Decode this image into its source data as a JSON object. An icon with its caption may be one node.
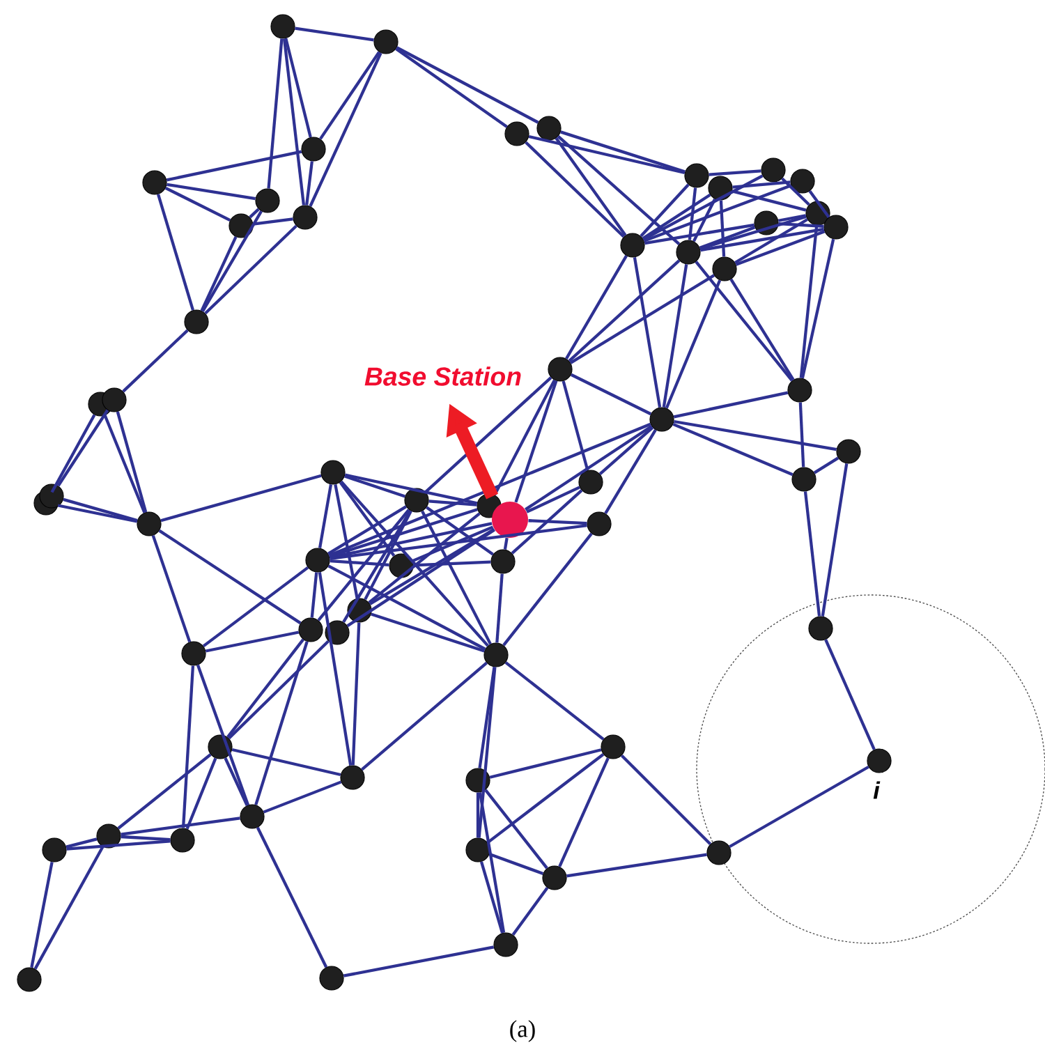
{
  "diagram": {
    "caption": "(a)",
    "nodes": [
      {
        "text": [],
        "shape": "circle"
      },
      {
        "text": [],
        "shape": "circle"
      },
      {
        "text": [],
        "shape": "circle"
      },
      {
        "text": [],
        "shape": "circle"
      },
      {
        "text": [],
        "shape": "circle"
      },
      {
        "text": [],
        "shape": "circle"
      },
      {
        "text": [],
        "shape": "circle"
      },
      {
        "text": [],
        "shape": "circle"
      },
      {
        "text": [],
        "shape": "circle"
      },
      {
        "text": [],
        "shape": "circle"
      },
      {
        "text": [],
        "shape": "circle"
      },
      {
        "text": [],
        "shape": "circle"
      },
      {
        "text": [],
        "shape": "circle"
      },
      {
        "text": [],
        "shape": "circle"
      },
      {
        "text": [],
        "shape": "circle"
      },
      {
        "text": [],
        "shape": "circle"
      },
      {
        "text": [],
        "shape": "circle"
      },
      {
        "text": [],
        "shape": "circle"
      },
      {
        "text": [],
        "shape": "circle"
      },
      {
        "text": [],
        "shape": "circle"
      },
      {
        "text": [],
        "shape": "circle"
      },
      {
        "text": [],
        "shape": "circle"
      },
      {
        "text": [],
        "shape": "circle"
      },
      {
        "text": [],
        "shape": "circle"
      },
      {
        "text": [],
        "shape": "circle"
      },
      {
        "text": [],
        "shape": "circle"
      },
      {
        "text": [],
        "shape": "circle",
        "beside": [
          "i"
        ]
      },
      {
        "text": [],
        "shape": "circle"
      },
      {
        "text": [],
        "shape": "circle"
      },
      {
        "text": [],
        "shape": "circle"
      },
      {
        "text": [],
        "shape": "circle"
      },
      {
        "text": [],
        "shape": "circle"
      },
      {
        "text": [],
        "shape": "circle"
      },
      {
        "text": [],
        "shape": "circle"
      },
      {
        "text": [],
        "shape": "circle"
      },
      {
        "text": [],
        "shape": "circle"
      },
      {
        "text": [],
        "shape": "circle"
      },
      {
        "text": [],
        "shape": "circle"
      },
      {
        "text": [],
        "shape": "circle"
      },
      {
        "text": [],
        "shape": "circle"
      },
      {
        "text": [],
        "shape": "circle"
      },
      {
        "text": [],
        "shape": "circle"
      },
      {
        "text": [],
        "shape": "circle"
      },
      {
        "text": [],
        "shape": "circle"
      },
      {
        "text": [],
        "shape": "circle"
      },
      {
        "text": [],
        "shape": "circle"
      },
      {
        "text": [],
        "shape": "circle"
      },
      {
        "text": [],
        "shape": "circle"
      },
      {
        "text": [],
        "shape": "circle"
      },
      {
        "text": [],
        "shape": "circle"
      },
      {
        "text": [],
        "shape": "circle"
      },
      {
        "text": [],
        "shape": "circle"
      },
      {
        "text": [],
        "shape": "circle"
      },
      {
        "text": [],
        "shape": "circle"
      },
      {
        "text": [],
        "shape": "circle"
      },
      {
        "text": [],
        "shape": "circle"
      },
      {
        "text": [],
        "shape": "circle"
      },
      {
        "text": [],
        "shape": "circle"
      },
      {
        "text": [],
        "shape": "circle"
      },
      {
        "text": [],
        "shape": "circle"
      },
      {
        "text": [
          "Base Station"
        ]
      }
    ],
    "edges": [
      {
        "from": 0,
        "to": 1,
        "arrow": "none"
      },
      {
        "from": 0,
        "to": 4,
        "arrow": "none"
      },
      {
        "from": 0,
        "to": 6,
        "arrow": "none"
      },
      {
        "from": 0,
        "to": 2,
        "arrow": "none"
      },
      {
        "from": 1,
        "to": 2,
        "arrow": "none"
      },
      {
        "from": 1,
        "to": 6,
        "arrow": "none"
      },
      {
        "from": 1,
        "to": 8,
        "arrow": "none"
      },
      {
        "from": 1,
        "to": 9,
        "arrow": "none"
      },
      {
        "from": 3,
        "to": 2,
        "arrow": "none"
      },
      {
        "from": 3,
        "to": 4,
        "arrow": "none"
      },
      {
        "from": 3,
        "to": 5,
        "arrow": "none"
      },
      {
        "from": 3,
        "to": 7,
        "arrow": "none"
      },
      {
        "from": 4,
        "to": 5,
        "arrow": "none"
      },
      {
        "from": 5,
        "to": 6,
        "arrow": "none"
      },
      {
        "from": 5,
        "to": 7,
        "arrow": "none"
      },
      {
        "from": 4,
        "to": 7,
        "arrow": "none"
      },
      {
        "from": 6,
        "to": 7,
        "arrow": "none"
      },
      {
        "from": 2,
        "to": 6,
        "arrow": "none"
      },
      {
        "from": 7,
        "to": 28,
        "arrow": "none"
      },
      {
        "from": 8,
        "to": 10,
        "arrow": "none"
      },
      {
        "from": 9,
        "to": 10,
        "arrow": "none"
      },
      {
        "from": 8,
        "to": 17,
        "arrow": "none"
      },
      {
        "from": 9,
        "to": 17,
        "arrow": "none"
      },
      {
        "from": 9,
        "to": 18,
        "arrow": "none"
      },
      {
        "from": 17,
        "to": 10,
        "arrow": "none"
      },
      {
        "from": 17,
        "to": 11,
        "arrow": "none"
      },
      {
        "from": 17,
        "to": 12,
        "arrow": "none"
      },
      {
        "from": 17,
        "to": 14,
        "arrow": "none"
      },
      {
        "from": 17,
        "to": 13,
        "arrow": "none"
      },
      {
        "from": 18,
        "to": 10,
        "arrow": "none"
      },
      {
        "from": 18,
        "to": 11,
        "arrow": "none"
      },
      {
        "from": 18,
        "to": 14,
        "arrow": "none"
      },
      {
        "from": 18,
        "to": 15,
        "arrow": "none"
      },
      {
        "from": 18,
        "to": 16,
        "arrow": "none"
      },
      {
        "from": 19,
        "to": 11,
        "arrow": "none"
      },
      {
        "from": 19,
        "to": 15,
        "arrow": "none"
      },
      {
        "from": 19,
        "to": 16,
        "arrow": "none"
      },
      {
        "from": 10,
        "to": 12,
        "arrow": "none"
      },
      {
        "from": 11,
        "to": 13,
        "arrow": "none"
      },
      {
        "from": 14,
        "to": 16,
        "arrow": "none"
      },
      {
        "from": 12,
        "to": 15,
        "arrow": "none"
      },
      {
        "from": 13,
        "to": 16,
        "arrow": "none"
      },
      {
        "from": 14,
        "to": 15,
        "arrow": "none"
      },
      {
        "from": 11,
        "to": 15,
        "arrow": "none"
      },
      {
        "from": 17,
        "to": 20,
        "arrow": "none"
      },
      {
        "from": 17,
        "to": 21,
        "arrow": "none"
      },
      {
        "from": 18,
        "to": 20,
        "arrow": "none"
      },
      {
        "from": 18,
        "to": 21,
        "arrow": "none"
      },
      {
        "from": 18,
        "to": 22,
        "arrow": "none"
      },
      {
        "from": 19,
        "to": 20,
        "arrow": "none"
      },
      {
        "from": 19,
        "to": 21,
        "arrow": "none"
      },
      {
        "from": 19,
        "to": 22,
        "arrow": "none"
      },
      {
        "from": 15,
        "to": 22,
        "arrow": "none"
      },
      {
        "from": 16,
        "to": 22,
        "arrow": "none"
      },
      {
        "from": 20,
        "to": 21,
        "arrow": "none"
      },
      {
        "from": 27,
        "to": 29,
        "arrow": "none"
      },
      {
        "from": 28,
        "to": 30,
        "arrow": "none"
      },
      {
        "from": 27,
        "to": 31,
        "arrow": "none"
      },
      {
        "from": 28,
        "to": 31,
        "arrow": "none"
      },
      {
        "from": 29,
        "to": 31,
        "arrow": "none"
      },
      {
        "from": 30,
        "to": 31,
        "arrow": "none"
      },
      {
        "from": 31,
        "to": 32,
        "arrow": "none"
      },
      {
        "from": 31,
        "to": 42,
        "arrow": "none"
      },
      {
        "from": 31,
        "to": 44,
        "arrow": "none"
      },
      {
        "from": 32,
        "to": 38,
        "arrow": "none"
      },
      {
        "from": 38,
        "to": 42,
        "arrow": "none"
      },
      {
        "from": 32,
        "to": 33,
        "arrow": "none"
      },
      {
        "from": 32,
        "to": 34,
        "arrow": "none"
      },
      {
        "from": 32,
        "to": 39,
        "arrow": "none"
      },
      {
        "from": 32,
        "to": 41,
        "arrow": "none"
      },
      {
        "from": 32,
        "to": 45,
        "arrow": "none"
      },
      {
        "from": 33,
        "to": 34,
        "arrow": "none"
      },
      {
        "from": 33,
        "to": 38,
        "arrow": "none"
      },
      {
        "from": 33,
        "to": 43,
        "arrow": "none"
      },
      {
        "from": 33,
        "to": 41,
        "arrow": "none"
      },
      {
        "from": 33,
        "to": 45,
        "arrow": "none"
      },
      {
        "from": 33,
        "to": 40,
        "arrow": "none"
      },
      {
        "from": 35,
        "to": 38,
        "arrow": "none"
      },
      {
        "from": 35,
        "to": 41,
        "arrow": "none"
      },
      {
        "from": 35,
        "to": 36,
        "arrow": "none"
      },
      {
        "from": 35,
        "to": 37,
        "arrow": "none"
      },
      {
        "from": 35,
        "to": 40,
        "arrow": "none"
      },
      {
        "from": 35,
        "to": 20,
        "arrow": "none"
      },
      {
        "from": 35,
        "to": 21,
        "arrow": "none"
      },
      {
        "from": 34,
        "to": 20,
        "arrow": "none"
      },
      {
        "from": 33,
        "to": 20,
        "arrow": "none"
      },
      {
        "from": 38,
        "to": 39,
        "arrow": "none"
      },
      {
        "from": 38,
        "to": 37,
        "arrow": "none"
      },
      {
        "from": 38,
        "to": 34,
        "arrow": "none"
      },
      {
        "from": 39,
        "to": 40,
        "arrow": "none"
      },
      {
        "from": 39,
        "to": 35,
        "arrow": "none"
      },
      {
        "from": 41,
        "to": 45,
        "arrow": "none"
      },
      {
        "from": 41,
        "to": 34,
        "arrow": "none"
      },
      {
        "from": 42,
        "to": 33,
        "arrow": "none"
      },
      {
        "from": 42,
        "to": 44,
        "arrow": "none"
      },
      {
        "from": 40,
        "to": 45,
        "arrow": "none"
      },
      {
        "from": 37,
        "to": 45,
        "arrow": "none"
      },
      {
        "from": 36,
        "to": 20,
        "arrow": "none"
      },
      {
        "from": 36,
        "to": 21,
        "arrow": "none"
      },
      {
        "from": 37,
        "to": 21,
        "arrow": "none"
      },
      {
        "from": 40,
        "to": 36,
        "arrow": "none"
      },
      {
        "from": 44,
        "to": 38,
        "arrow": "none"
      },
      {
        "from": 38,
        "to": 45,
        "arrow": "none"
      },
      {
        "from": 43,
        "to": 35,
        "arrow": "none"
      },
      {
        "from": 38,
        "to": 21,
        "arrow": "none"
      },
      {
        "from": 21,
        "to": 22,
        "arrow": "none"
      },
      {
        "from": 21,
        "to": 23,
        "arrow": "none"
      },
      {
        "from": 21,
        "to": 24,
        "arrow": "none"
      },
      {
        "from": 22,
        "to": 24,
        "arrow": "none"
      },
      {
        "from": 23,
        "to": 24,
        "arrow": "none"
      },
      {
        "from": 24,
        "to": 25,
        "arrow": "none"
      },
      {
        "from": 23,
        "to": 25,
        "arrow": "none"
      },
      {
        "from": 25,
        "to": 26,
        "arrow": "none"
      },
      {
        "from": 44,
        "to": 49,
        "arrow": "none"
      },
      {
        "from": 44,
        "to": 48,
        "arrow": "none"
      },
      {
        "from": 46,
        "to": 50,
        "arrow": "none"
      },
      {
        "from": 46,
        "to": 49,
        "arrow": "none"
      },
      {
        "from": 46,
        "to": 47,
        "arrow": "none"
      },
      {
        "from": 46,
        "to": 48,
        "arrow": "none"
      },
      {
        "from": 46,
        "to": 42,
        "arrow": "none"
      },
      {
        "from": 46,
        "to": 43,
        "arrow": "none"
      },
      {
        "from": 48,
        "to": 47,
        "arrow": "none"
      },
      {
        "from": 48,
        "to": 50,
        "arrow": "none"
      },
      {
        "from": 48,
        "to": 53,
        "arrow": "none"
      },
      {
        "from": 48,
        "to": 42,
        "arrow": "none"
      },
      {
        "from": 49,
        "to": 50,
        "arrow": "none"
      },
      {
        "from": 49,
        "to": 51,
        "arrow": "none"
      },
      {
        "from": 50,
        "to": 51,
        "arrow": "none"
      },
      {
        "from": 50,
        "to": 52,
        "arrow": "none"
      },
      {
        "from": 51,
        "to": 52,
        "arrow": "none"
      },
      {
        "from": 38,
        "to": 47,
        "arrow": "none"
      },
      {
        "from": 41,
        "to": 47,
        "arrow": "none"
      },
      {
        "from": 45,
        "to": 47,
        "arrow": "none"
      },
      {
        "from": 45,
        "to": 54,
        "arrow": "none"
      },
      {
        "from": 45,
        "to": 56,
        "arrow": "none"
      },
      {
        "from": 45,
        "to": 55,
        "arrow": "none"
      },
      {
        "from": 54,
        "to": 55,
        "arrow": "none"
      },
      {
        "from": 54,
        "to": 56,
        "arrow": "none"
      },
      {
        "from": 54,
        "to": 57,
        "arrow": "none"
      },
      {
        "from": 54,
        "to": 58,
        "arrow": "none"
      },
      {
        "from": 55,
        "to": 56,
        "arrow": "none"
      },
      {
        "from": 55,
        "to": 57,
        "arrow": "none"
      },
      {
        "from": 55,
        "to": 59,
        "arrow": "none"
      },
      {
        "from": 56,
        "to": 57,
        "arrow": "none"
      },
      {
        "from": 56,
        "to": 58,
        "arrow": "none"
      },
      {
        "from": 57,
        "to": 58,
        "arrow": "none"
      },
      {
        "from": 57,
        "to": 59,
        "arrow": "none"
      },
      {
        "from": 58,
        "to": 53,
        "arrow": "none"
      },
      {
        "from": 59,
        "to": 26,
        "arrow": "none"
      },
      {
        "from": 35,
        "to": 60,
        "arrow": "to",
        "style": "thick",
        "color": "#ed1c24"
      }
    ]
  }
}
